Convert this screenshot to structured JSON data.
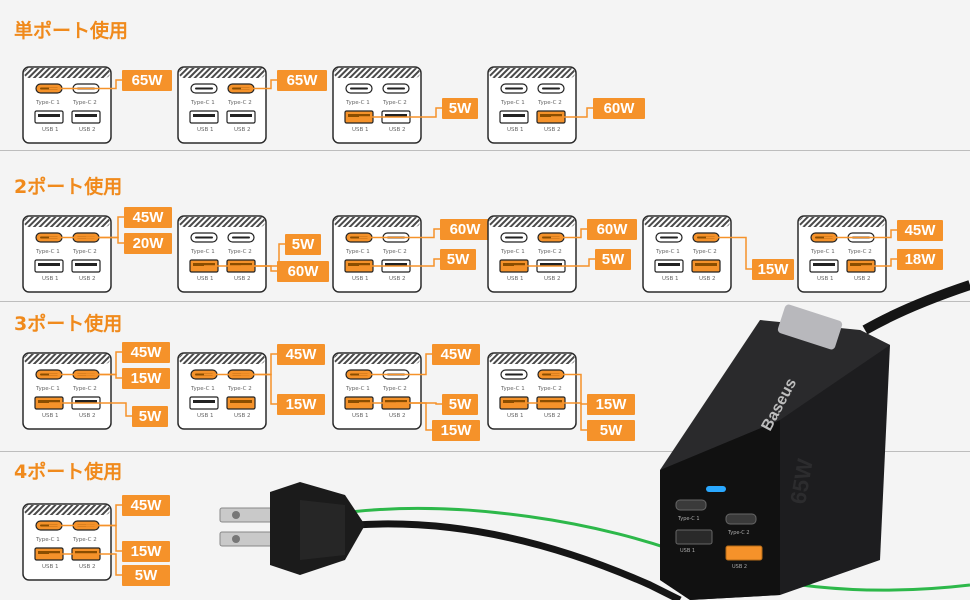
{
  "sections": [
    {
      "title": "単ポート使用"
    },
    {
      "title": "2ポート使用"
    },
    {
      "title": "3ポート使用"
    },
    {
      "title": "4ポート使用"
    }
  ],
  "port_labels": {
    "c1": "Type-C 1",
    "c2": "Type-C 2",
    "u1": "USB 1",
    "u2": "USB 2"
  },
  "diagrams": [
    {
      "section": 0,
      "active": [
        "c1"
      ],
      "badges": [
        "65W"
      ]
    },
    {
      "section": 0,
      "active": [
        "c2"
      ],
      "badges": [
        "65W"
      ]
    },
    {
      "section": 0,
      "active": [
        "u1"
      ],
      "badges": [
        "5W"
      ]
    },
    {
      "section": 0,
      "active": [
        "u2"
      ],
      "badges": [
        "60W"
      ]
    },
    {
      "section": 1,
      "active": [
        "c1",
        "c2"
      ],
      "badges": [
        "45W",
        "20W"
      ]
    },
    {
      "section": 1,
      "active": [
        "u1",
        "u2"
      ],
      "badges": [
        "5W",
        "60W"
      ]
    },
    {
      "section": 1,
      "active": [
        "c1",
        "u1"
      ],
      "badges": [
        "60W",
        "5W"
      ]
    },
    {
      "section": 1,
      "active": [
        "c2",
        "u1"
      ],
      "badges": [
        "60W",
        "5W"
      ]
    },
    {
      "section": 1,
      "active": [
        "c2",
        "u2"
      ],
      "badges": [
        "15W"
      ]
    },
    {
      "section": 1,
      "active": [
        "c1",
        "u2"
      ],
      "badges": [
        "45W",
        "18W"
      ]
    },
    {
      "section": 2,
      "active": [
        "c1",
        "c2",
        "u1"
      ],
      "badges": [
        "45W",
        "15W",
        "5W"
      ]
    },
    {
      "section": 2,
      "active": [
        "c1",
        "c2",
        "u2"
      ],
      "badges": [
        "45W",
        "15W"
      ]
    },
    {
      "section": 2,
      "active": [
        "c1",
        "u1",
        "u2"
      ],
      "badges": [
        "45W",
        "5W",
        "15W"
      ]
    },
    {
      "section": 2,
      "active": [
        "c2",
        "u1",
        "u2"
      ],
      "badges": [
        "15W",
        "5W"
      ]
    },
    {
      "section": 3,
      "active": [
        "c1",
        "c2",
        "u1",
        "u2"
      ],
      "badges": [
        "45W",
        "15W",
        "5W"
      ]
    }
  ],
  "product": {
    "brand": "Baseus",
    "model_mark": "65W",
    "port_labels": [
      "Type-C 1",
      "Type-C 2",
      "USB 1",
      "USB 2"
    ]
  },
  "colors": {
    "accent": "#f5922a",
    "title": "#f08a1c",
    "device_black": "#1d1d1f",
    "cable_green": "#2db84a"
  }
}
